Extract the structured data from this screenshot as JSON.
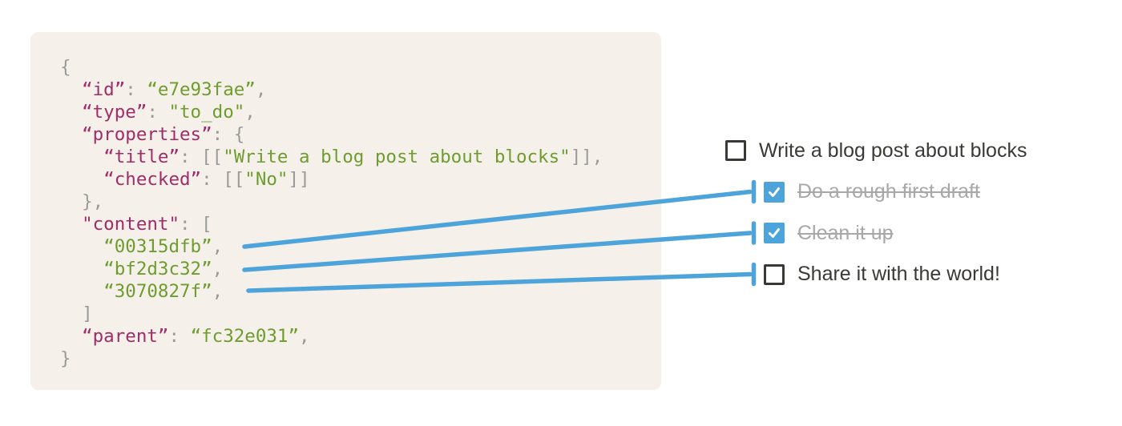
{
  "colors": {
    "page_background": "#ffffff",
    "panel_background": "#f5f1ea",
    "json_key": "#a02c68",
    "json_string": "#6f9c2f",
    "json_punctuation": "#9a9a98",
    "connector_blue": "#4da4da",
    "checkbox_checked_fill": "#4da4da",
    "todo_text": "#3a3936",
    "todo_done_text": "#a8a8a8"
  },
  "code": {
    "language": "json",
    "lines": [
      [
        [
          "p",
          "{"
        ]
      ],
      [
        [
          "p",
          "  "
        ],
        [
          "k",
          "“id”"
        ],
        [
          "p",
          ": "
        ],
        [
          "s",
          "“e7e93fae”"
        ],
        [
          "p",
          ","
        ]
      ],
      [
        [
          "p",
          "  "
        ],
        [
          "k",
          "“type”"
        ],
        [
          "p",
          ": "
        ],
        [
          "s",
          "\"to_do\""
        ],
        [
          "p",
          ","
        ]
      ],
      [
        [
          "p",
          "  "
        ],
        [
          "k",
          "“properties”"
        ],
        [
          "p",
          ": {"
        ]
      ],
      [
        [
          "p",
          "    "
        ],
        [
          "k",
          "“title”"
        ],
        [
          "p",
          ": [["
        ],
        [
          "s",
          "\"Write a blog post about blocks\""
        ],
        [
          "p",
          "]],"
        ]
      ],
      [
        [
          "p",
          "    "
        ],
        [
          "k",
          "“checked”"
        ],
        [
          "p",
          ": [["
        ],
        [
          "s",
          "\"No\""
        ],
        [
          "p",
          "]]"
        ]
      ],
      [
        [
          "p",
          "  },"
        ]
      ],
      [
        [
          "p",
          "  "
        ],
        [
          "k",
          "\"content\""
        ],
        [
          "p",
          ": ["
        ]
      ],
      [
        [
          "p",
          "    "
        ],
        [
          "s",
          "“00315dfb”"
        ],
        [
          "p",
          ","
        ]
      ],
      [
        [
          "p",
          "    "
        ],
        [
          "s",
          "“bf2d3c32”"
        ],
        [
          "p",
          ","
        ]
      ],
      [
        [
          "p",
          "    "
        ],
        [
          "s",
          "“3070827f”"
        ],
        [
          "p",
          ","
        ]
      ],
      [
        [
          "p",
          "  ]"
        ]
      ],
      [
        [
          "p",
          "  "
        ],
        [
          "k",
          "“parent”"
        ],
        [
          "p",
          ": "
        ],
        [
          "s",
          "“fc32e031”"
        ],
        [
          "p",
          ","
        ]
      ],
      [
        [
          "p",
          "}"
        ]
      ]
    ]
  },
  "todo_list": {
    "items": [
      {
        "label": "Write a blog post about blocks",
        "checked": false,
        "indent": false
      },
      {
        "label": "Do a rough first draft",
        "checked": true,
        "indent": true
      },
      {
        "label": "Clean it up",
        "checked": true,
        "indent": true
      },
      {
        "label": "Share it with the world!",
        "checked": false,
        "indent": true
      }
    ]
  },
  "connections": [
    {
      "from_block": "00315dfb",
      "to_item": "Do a rough first draft"
    },
    {
      "from_block": "bf2d3c32",
      "to_item": "Clean it up"
    },
    {
      "from_block": "3070827f",
      "to_item": "Share it with the world!"
    }
  ]
}
